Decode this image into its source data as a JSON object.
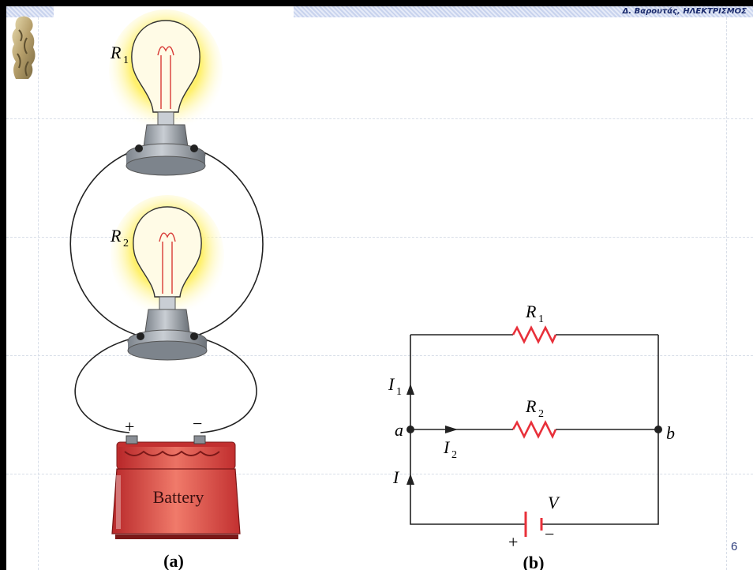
{
  "header": {
    "title": "Δ. Βαρουτάς, ΗΛΕΚΤΡΙΣΜΟΣ"
  },
  "page": {
    "number": "6"
  },
  "figure_a": {
    "caption": "(a)",
    "bulb1_label": "R",
    "bulb1_sub": "1",
    "bulb2_label": "R",
    "bulb2_sub": "2",
    "battery_label": "Battery",
    "plus_sign": "+",
    "minus_sign": "−"
  },
  "figure_b": {
    "caption": "(b)",
    "r1_label": "R",
    "r1_sub": "1",
    "r2_label": "R",
    "r2_sub": "2",
    "i1_label": "I",
    "i1_sub": "1",
    "i2_label": "I",
    "i2_sub": "2",
    "i_label": "I",
    "node_a": "a",
    "node_b": "b",
    "v_label": "V",
    "plus_sign": "+",
    "minus_sign": "−"
  },
  "colors": {
    "resistor": "#e8303a",
    "wire": "#222222",
    "bulb_glow": "#ffe84a",
    "battery": "#d83a36",
    "header_text": "#1a2a6c"
  },
  "icons": {
    "logo": "athena-statue-icon"
  }
}
